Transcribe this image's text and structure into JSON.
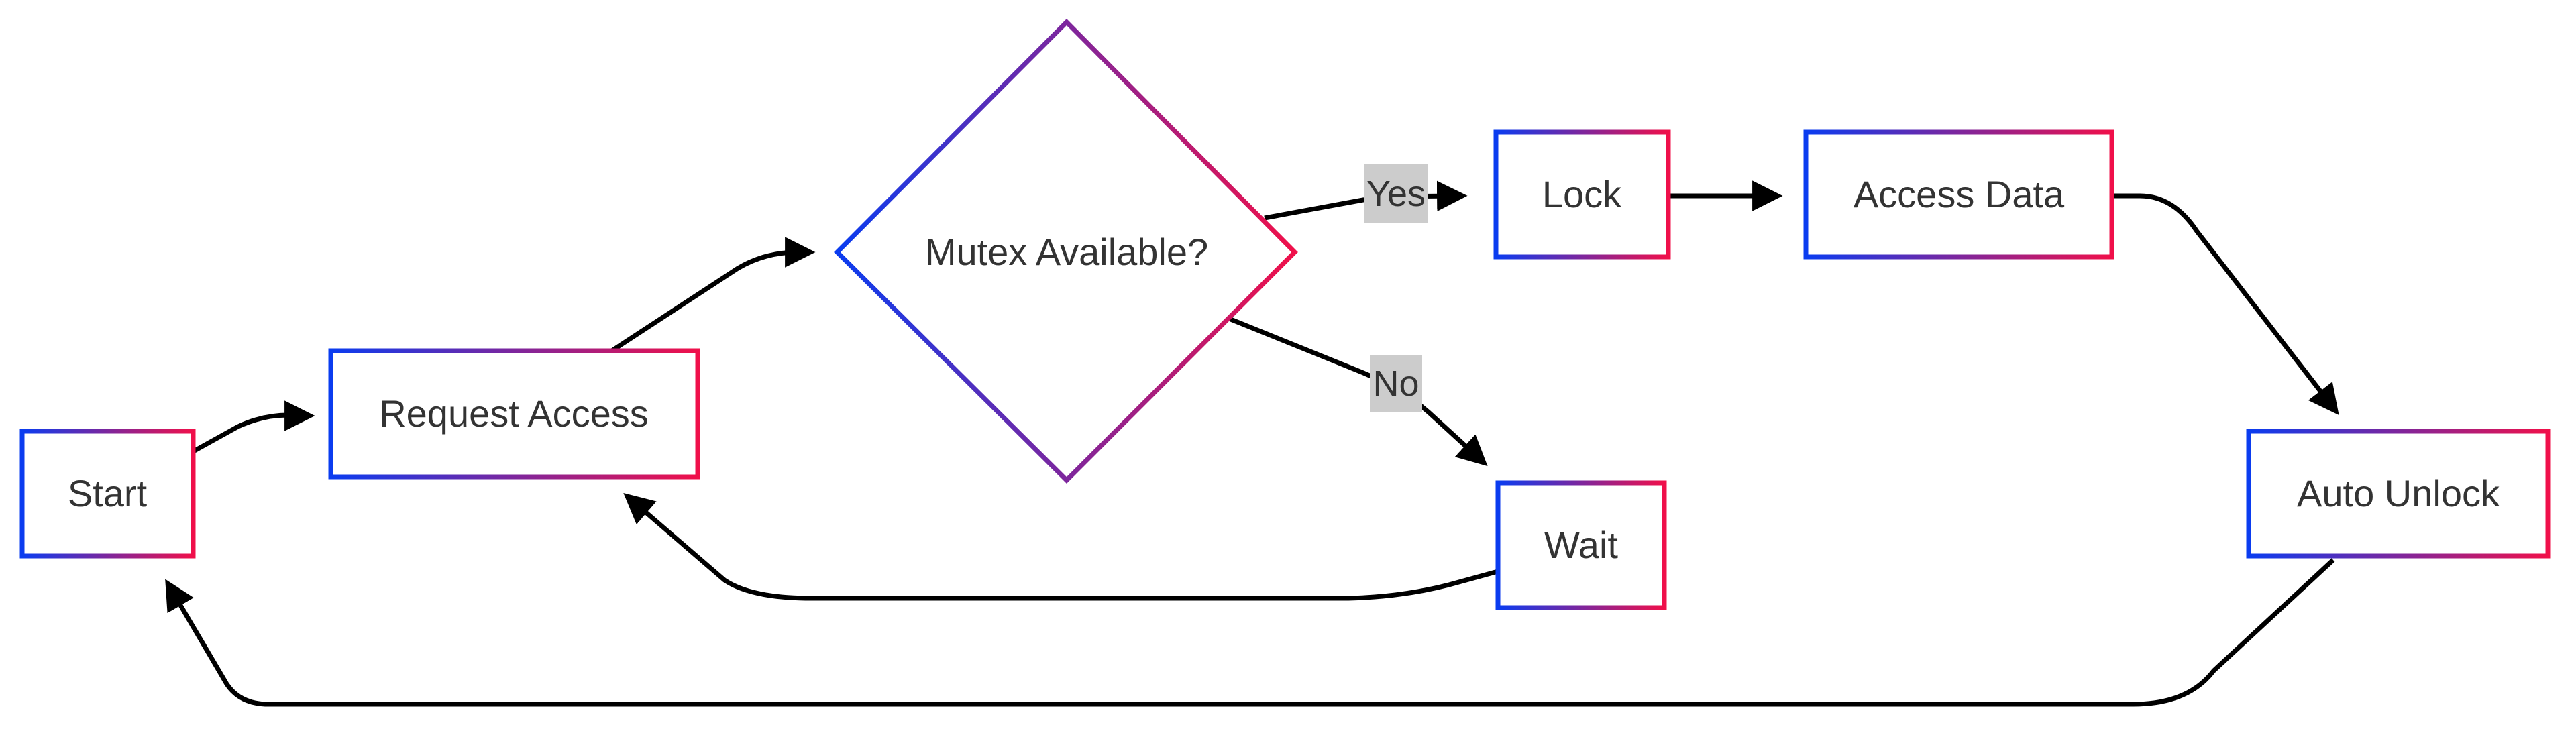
{
  "colors": {
    "gradient_start": "#0a3cf0",
    "gradient_end": "#f0104a",
    "edge": "#000000",
    "label_background": "#cccccc",
    "text": "#333333"
  },
  "nodes": {
    "start": {
      "label": "Start",
      "shape": "rect"
    },
    "request_access": {
      "label": "Request Access",
      "shape": "rect"
    },
    "mutex_available": {
      "label": "Mutex Available?",
      "shape": "diamond"
    },
    "lock": {
      "label": "Lock",
      "shape": "rect"
    },
    "access_data": {
      "label": "Access Data",
      "shape": "rect"
    },
    "wait": {
      "label": "Wait",
      "shape": "rect"
    },
    "auto_unlock": {
      "label": "Auto Unlock",
      "shape": "rect"
    }
  },
  "edges": {
    "start_to_request": {
      "from": "Start",
      "to": "Request Access",
      "label": ""
    },
    "request_to_mutex": {
      "from": "Request Access",
      "to": "Mutex Available?",
      "label": ""
    },
    "mutex_to_lock": {
      "from": "Mutex Available?",
      "to": "Lock",
      "label": "Yes"
    },
    "mutex_to_wait": {
      "from": "Mutex Available?",
      "to": "Wait",
      "label": "No"
    },
    "lock_to_access": {
      "from": "Lock",
      "to": "Access Data",
      "label": ""
    },
    "access_to_unlock": {
      "from": "Access Data",
      "to": "Auto Unlock",
      "label": ""
    },
    "wait_to_request": {
      "from": "Wait",
      "to": "Request Access",
      "label": ""
    },
    "unlock_to_start": {
      "from": "Auto Unlock",
      "to": "Start",
      "label": ""
    }
  }
}
